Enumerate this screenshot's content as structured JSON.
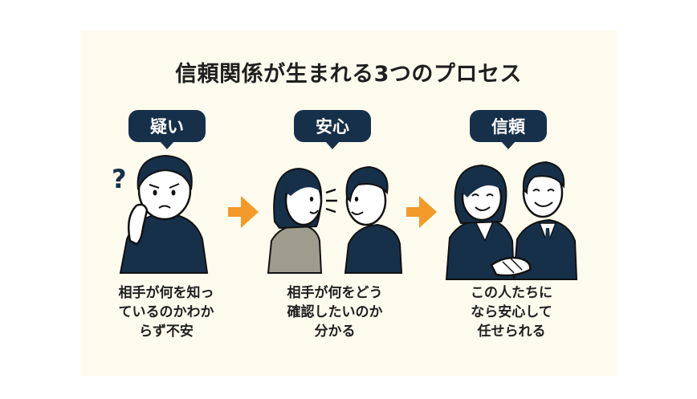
{
  "title": "信頼関係が生まれる3つのプロセス",
  "steps": [
    {
      "label": "疑い",
      "caption": "相手が何を知っ\nているのかわか\nらず不安"
    },
    {
      "label": "安心",
      "caption": "相手が何をどう\n確認したいのか\n分かる"
    },
    {
      "label": "信頼",
      "caption": "この人たちに\nなら安心して\n任せられる"
    }
  ],
  "question_mark": "?",
  "colors": {
    "navy": "#17304a",
    "arrow": "#f39a2a",
    "skin": "#ffffff",
    "gray_clothes": "#9e9c8c",
    "background": "#fdfbee"
  }
}
